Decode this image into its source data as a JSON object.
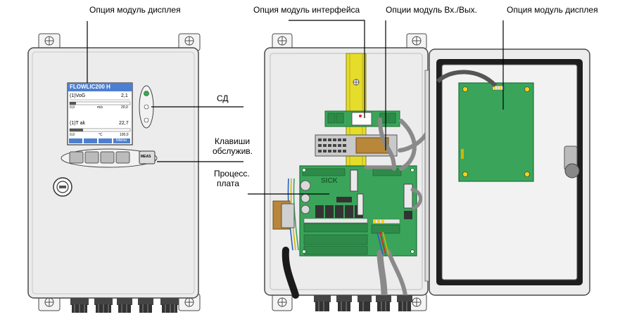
{
  "labels": {
    "display_module_left": "Опция модуль дисплея",
    "interface_module": "Опция модуль интерфейса",
    "io_module": "Опции модуль Вх./Вых.",
    "display_module_right": "Опция модуль дисплея",
    "led": "СД",
    "service_keys_line1": "Клавиши",
    "service_keys_line2": "обслужив.",
    "process_board_line1": "Процесс.",
    "process_board_line2": "плата"
  },
  "display": {
    "title": "FLOWLIC200 H",
    "row1_name": "(1)VoG",
    "row1_value": "2,1",
    "row1_min": "0,0",
    "row1_unit": "m/s",
    "row1_max": "20,0",
    "row2_name": "(1)T ak",
    "row2_value": "22,7",
    "row2_min": "0,0",
    "row2_unit": "°C",
    "row2_max": "100,0",
    "menu_label": "Menu",
    "meas_key": "MEAS"
  },
  "board": {
    "brand": "SICK"
  },
  "colors": {
    "enclosure": "#ececec",
    "enclosure_outline": "#4a4a4a",
    "pcb_green": "#3aa55a",
    "din_rail": "#e6dc2a",
    "lcd_header": "#4d7fd0",
    "cable": "#8a8a8a"
  }
}
